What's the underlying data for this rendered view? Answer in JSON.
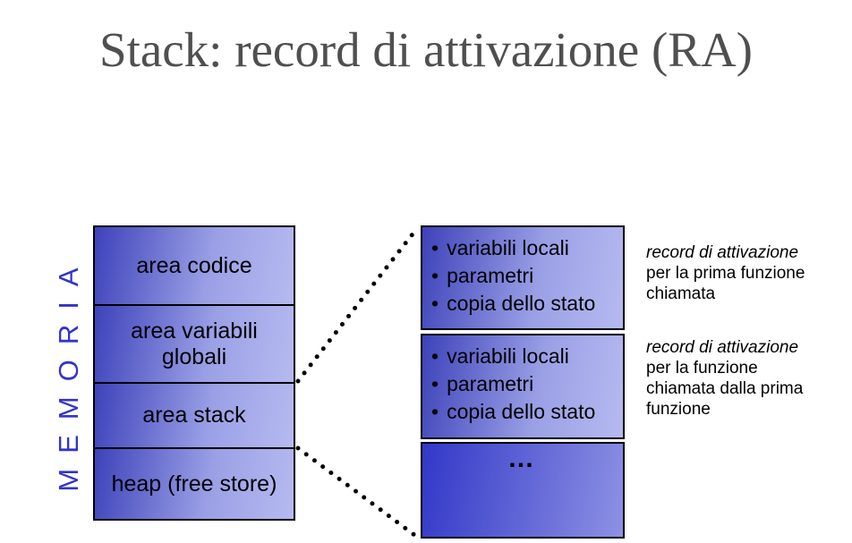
{
  "slide": {
    "title": "Stack: record di attivazione (RA)"
  },
  "memory": {
    "axis_label": "MEMORIA",
    "regions": [
      {
        "label": "area codice"
      },
      {
        "label": "area variabili globali"
      },
      {
        "label": "area stack"
      },
      {
        "label": "heap (free store)"
      }
    ]
  },
  "stack_zoom": {
    "bullet_char": "•",
    "frames": [
      {
        "items": [
          "variabili locali",
          "parametri",
          "copia dello stato"
        ]
      },
      {
        "items": [
          "variabili locali",
          "parametri",
          "copia dello stato"
        ]
      }
    ],
    "ellipsis": "…"
  },
  "annotations": [
    {
      "lead": "record di attivazione",
      "body": "per la prima funzione chiamata"
    },
    {
      "lead": "record di attivazione",
      "body": "per la funzione chiamata dalla prima funzione"
    }
  ],
  "colors": {
    "title_gray": "#4f4f4f",
    "memoria_blue": "#3333cc",
    "box_gradient_dark": "#3d42ba",
    "box_gradient_light": "#b6baf0",
    "ellipsis_box_dark": "#3238c8",
    "ellipsis_box_light": "#8d91e4",
    "border_black": "#000000"
  }
}
